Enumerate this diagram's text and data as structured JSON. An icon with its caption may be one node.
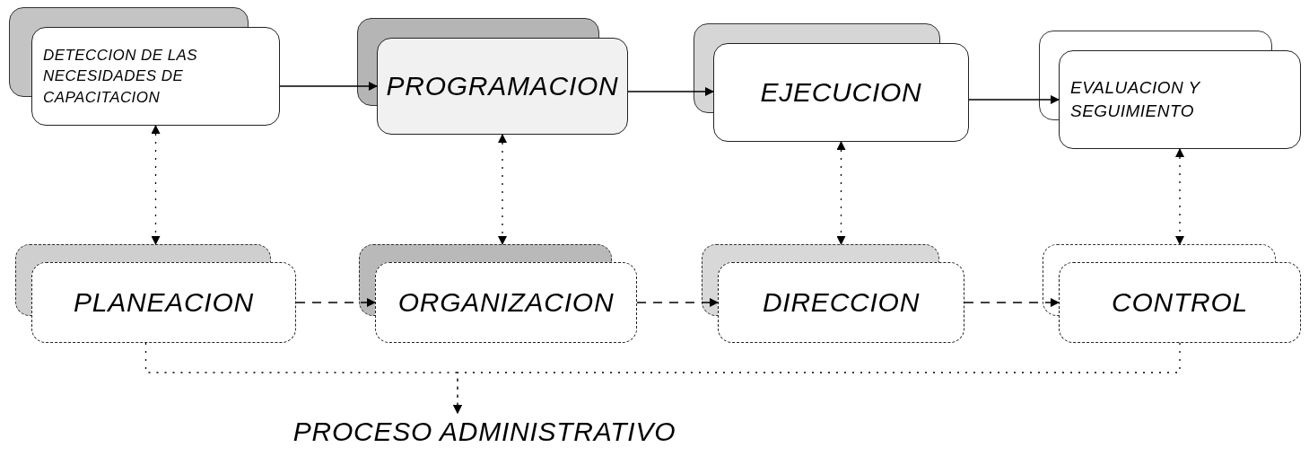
{
  "diagram": {
    "nodes": [
      {
        "text": [
          "DETECCION DE LAS NECESIDADES DE CAPACITACION"
        ]
      },
      {
        "text": [
          "PROGRAMACION"
        ]
      },
      {
        "text": [
          "EJECUCION"
        ]
      },
      {
        "text": [
          "EVALUACION Y SEGUIMIENTO"
        ]
      },
      {
        "text": [
          "PLANEACION"
        ]
      },
      {
        "text": [
          "ORGANIZACION"
        ]
      },
      {
        "text": [
          "DIRECCION"
        ]
      },
      {
        "text": [
          "CONTROL"
        ]
      },
      {
        "text": [
          "PROCESO ADMINISTRATIVO"
        ]
      }
    ],
    "edges": [
      {
        "from": 0,
        "to": 1,
        "arrow": "to"
      },
      {
        "from": 1,
        "to": 2,
        "arrow": "to"
      },
      {
        "from": 2,
        "to": 3,
        "arrow": "to"
      },
      {
        "from": 0,
        "to": 4,
        "arrow": "both",
        "style": "dashed"
      },
      {
        "from": 1,
        "to": 5,
        "arrow": "both",
        "style": "dashed"
      },
      {
        "from": 2,
        "to": 6,
        "arrow": "both",
        "style": "dashed"
      },
      {
        "from": 3,
        "to": 7,
        "arrow": "both",
        "style": "dashed"
      },
      {
        "from": 4,
        "to": 5,
        "arrow": "to",
        "style": "dashed"
      },
      {
        "from": 5,
        "to": 6,
        "arrow": "to",
        "style": "dashed"
      },
      {
        "from": 6,
        "to": 7,
        "arrow": "to",
        "style": "dashed"
      },
      {
        "from": 4,
        "to": 8,
        "arrow": "to",
        "style": "dashed"
      },
      {
        "from": 7,
        "to": 8,
        "arrow": "to",
        "style": "dashed"
      }
    ]
  }
}
